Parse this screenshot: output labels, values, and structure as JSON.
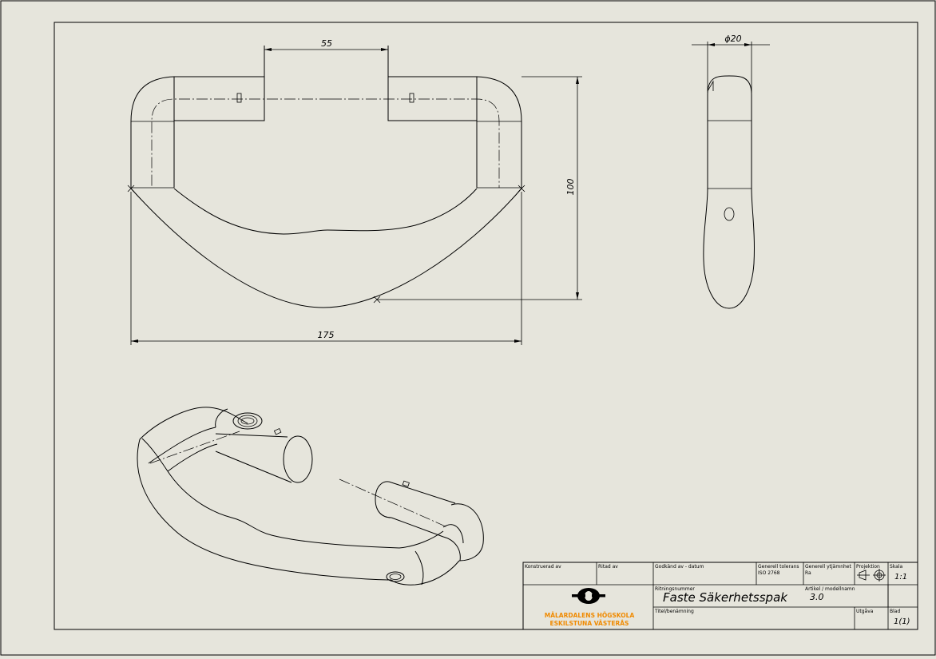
{
  "drawing": {
    "dims": {
      "gap_width": "55",
      "height": "100",
      "overall_width": "175",
      "diameter": "ϕ20"
    }
  },
  "title_block": {
    "designer_label": "Konstruerad av",
    "drawn_label": "Ritad av",
    "approved_label": "Godkänd av - datum",
    "tolerance_label": "Generell tolerans",
    "tolerance_value": "ISO 2768",
    "roughness_label": "Generell ytjämnhet",
    "roughness_value": "Ra",
    "projection_label": "Projektion",
    "scale_label": "Skala",
    "scale_value": "1:1",
    "drawing_no_label": "Ritningsnummer",
    "drawing_title": "Faste Säkerhetsspak",
    "article_label": "Artikel / modellnamn",
    "article_value": "3.0",
    "title_label": "Titel/benämning",
    "edition_label": "Utgåva",
    "sheet_label": "Blad",
    "sheet_value": "1(1)",
    "logo_line1": "MÄLARDALENS HÖGSKOLA",
    "logo_line2": "ESKILSTUNA VÄSTERÅS",
    "logo_color": "#f08a00"
  }
}
